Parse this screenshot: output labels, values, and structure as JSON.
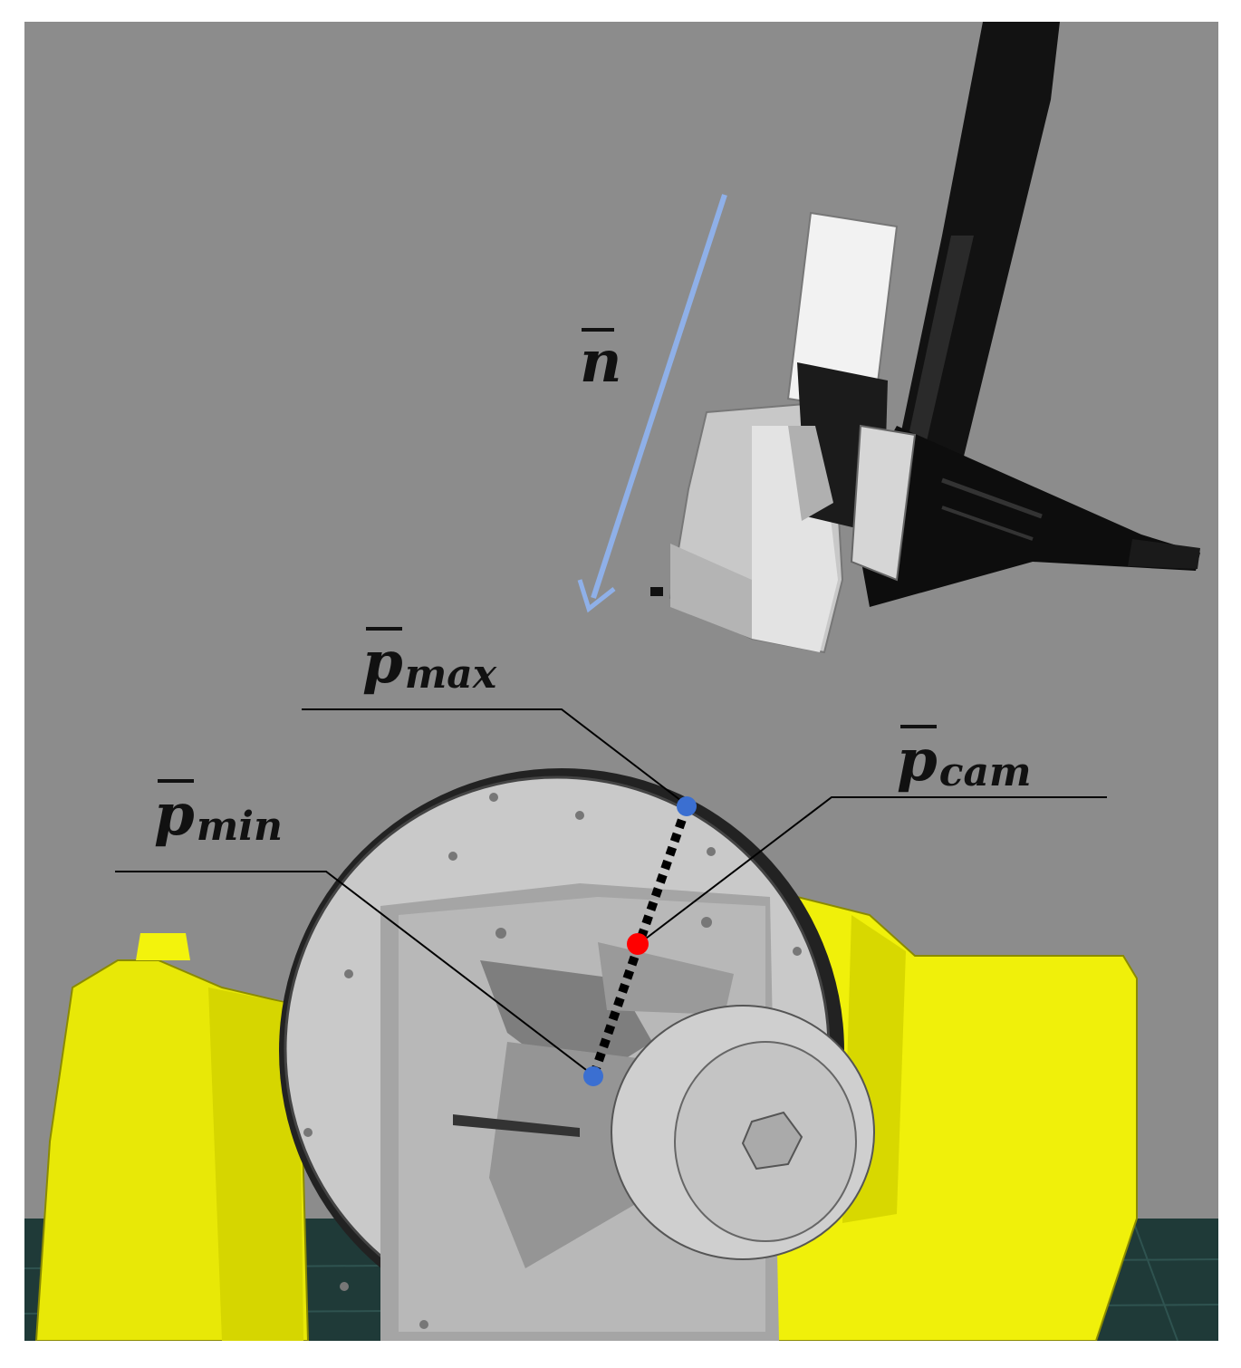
{
  "labels": {
    "n": {
      "base": "n",
      "sub": ""
    },
    "p_max": {
      "base": "p",
      "sub": "max"
    },
    "p_cam": {
      "base": "p",
      "sub": "cam"
    },
    "p_min": {
      "base": "p",
      "sub": "min"
    }
  },
  "colors": {
    "background": "#8c8c8c",
    "floor": "#1f3a38",
    "positioner_yellow": "#f0f00a",
    "turntable_gray": "#c9c9c9",
    "camera_body": "#d4d4d4",
    "robot_arm": "#111111",
    "normal_arrow": "#8fb0e8",
    "endpoint_marker": "#3b6fd1",
    "camera_point_marker": "#ff0000",
    "leader_line": "#000000"
  },
  "icons": {
    "normal_arrow": "arrow-down-left-icon",
    "endpoint": "blue-dot-icon",
    "camera_point": "red-dot-icon"
  }
}
